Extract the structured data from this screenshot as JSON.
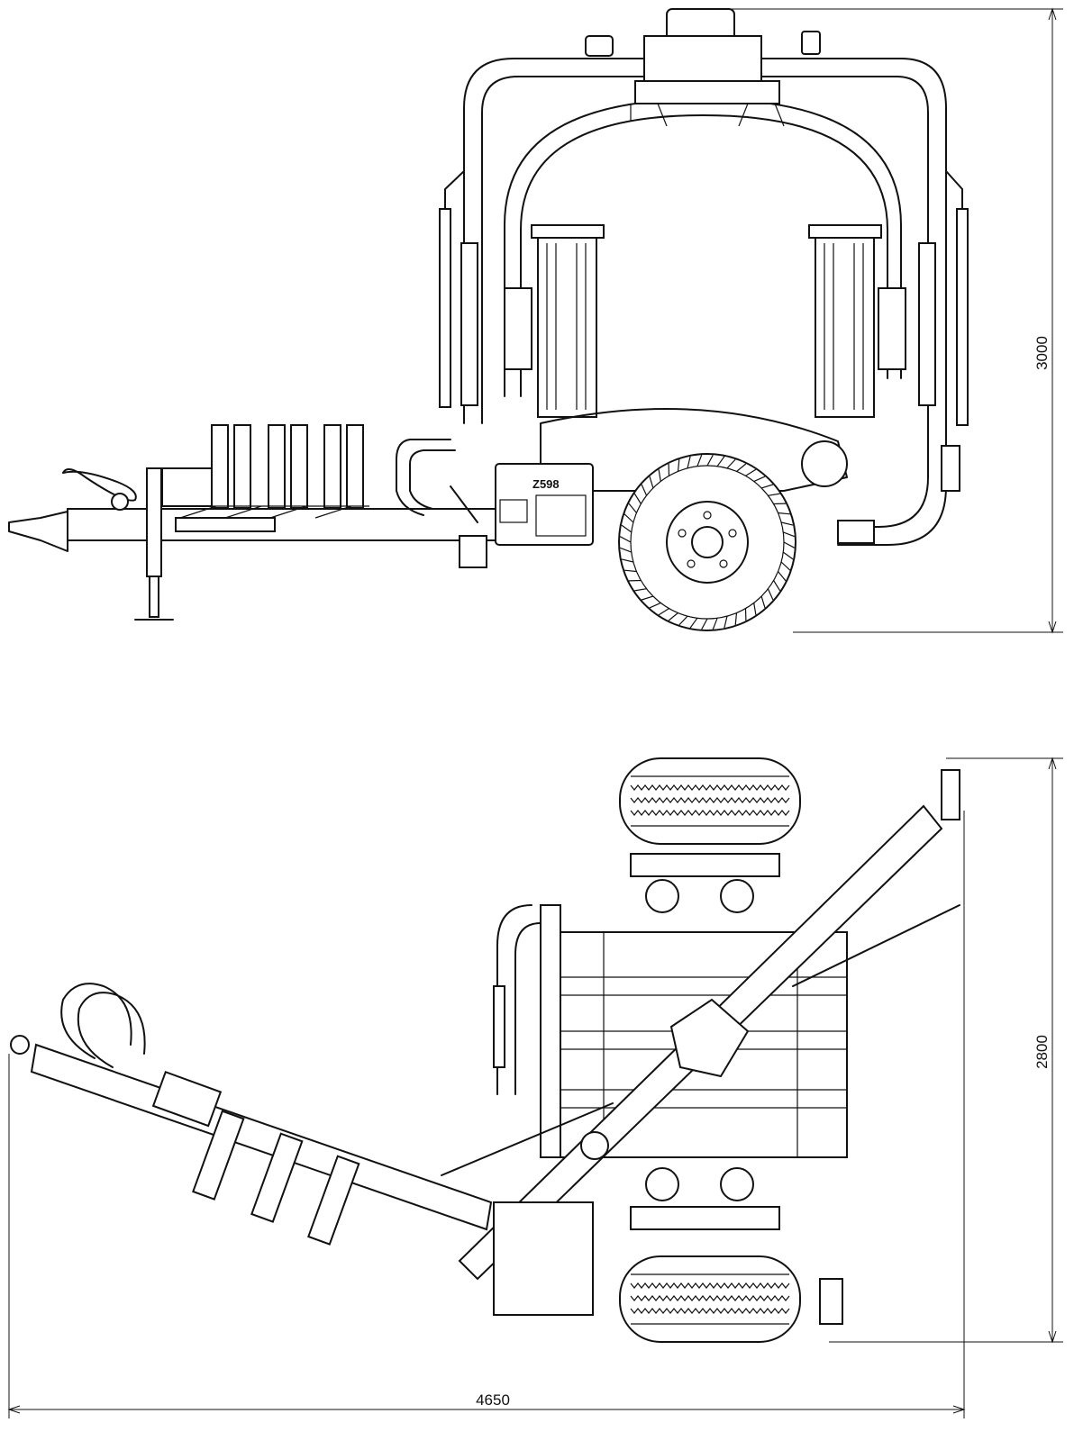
{
  "drawing": {
    "model_marking": "Z598",
    "dimensions": {
      "height": "3000",
      "width": "2800",
      "length": "4650"
    }
  }
}
